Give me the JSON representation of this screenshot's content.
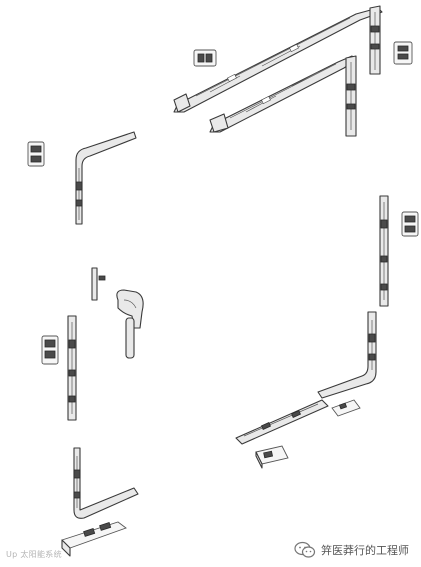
{
  "image": {
    "description_tags": [
      "casement window hardware",
      "exploded view",
      "line drawing"
    ]
  },
  "watermarks": {
    "left_text": "Up 太阳能系统",
    "right_text": "笄医莽行的工程师",
    "right_icon": "wechat-icon"
  },
  "colors": {
    "background": "#ffffff",
    "part_fill": "#e9e9e9",
    "outline": "#3a3a3a",
    "watermark": "#555555"
  }
}
